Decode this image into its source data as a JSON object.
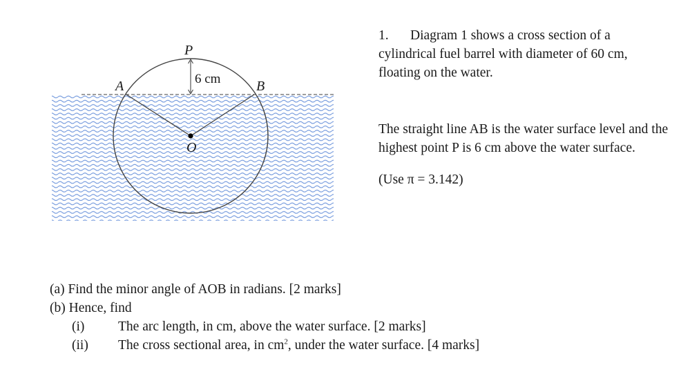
{
  "diagram": {
    "labels": {
      "P": "P",
      "A": "A",
      "B": "B",
      "O": "O",
      "height": "6 cm"
    },
    "colors": {
      "water_wave": "#5b86d6",
      "circle_stroke": "#444444",
      "surface_dash": "#666666"
    }
  },
  "problem": {
    "number": "1.",
    "intro_first": "Diagram 1 shows a cross section of a",
    "intro_rest": "cylindrical fuel barrel with diameter of 60 cm, floating on the water.",
    "description": "The straight line AB is the water surface level and the highest point P is 6 cm above the water surface.",
    "pi_note": "(Use π = 3.142)"
  },
  "questions": {
    "a": "(a) Find the minor angle of AOB in radians. [2 marks]",
    "b": "(b) Hence, find",
    "b_i_label": "(i)",
    "b_i_text": "The arc length, in cm, above the water surface. [2 marks]",
    "b_ii_label": "(ii)",
    "b_ii_text_pre": "The cross sectional area, in  cm",
    "b_ii_sup": "2",
    "b_ii_text_post": ", under the water surface. [4 marks]"
  }
}
